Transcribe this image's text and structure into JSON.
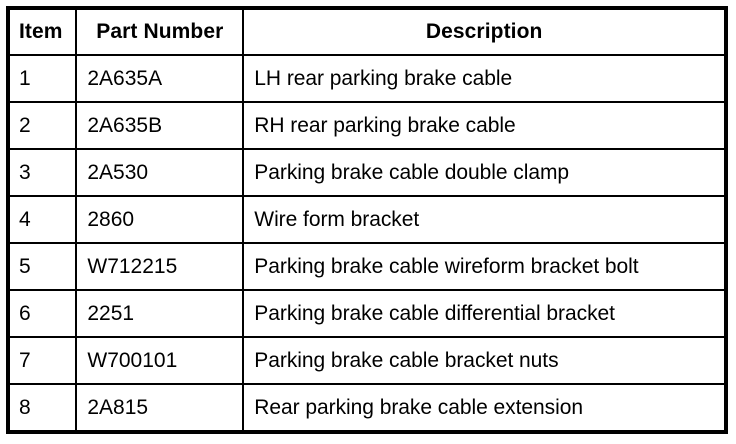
{
  "document": {
    "type": "parts-list-table",
    "background_color": "#ffffff",
    "text_color": "#000000",
    "border_color": "#000000"
  },
  "table": {
    "columns": [
      {
        "key": "item",
        "label": "Item",
        "align": "center"
      },
      {
        "key": "part_number",
        "label": "Part Number",
        "align": "center"
      },
      {
        "key": "description",
        "label": "Description",
        "align": "center"
      }
    ],
    "rows": [
      {
        "item": "1",
        "part_number": "2A635A",
        "description": "LH rear parking brake cable"
      },
      {
        "item": "2",
        "part_number": "2A635B",
        "description": "RH rear parking brake cable"
      },
      {
        "item": "3",
        "part_number": "2A530",
        "description": "Parking brake cable double clamp"
      },
      {
        "item": "4",
        "part_number": "2860",
        "description": "Wire form bracket"
      },
      {
        "item": "5",
        "part_number": "W712215",
        "description": "Parking brake cable wireform bracket bolt"
      },
      {
        "item": "6",
        "part_number": "2251",
        "description": "Parking brake cable differential bracket"
      },
      {
        "item": "7",
        "part_number": "W700101",
        "description": "Parking brake cable bracket nuts"
      },
      {
        "item": "8",
        "part_number": "2A815",
        "description": "Rear parking brake cable extension"
      }
    ]
  }
}
